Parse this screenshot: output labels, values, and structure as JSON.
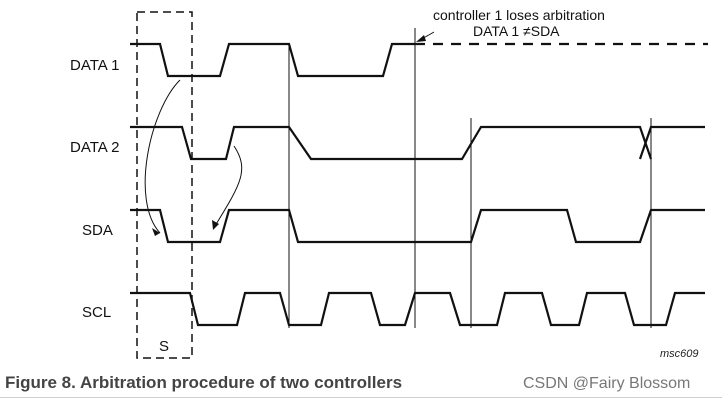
{
  "signals": {
    "data1": "DATA 1",
    "data2": "DATA 2",
    "sda": "SDA",
    "scl": "SCL"
  },
  "start_label": "S",
  "annotation": {
    "line1": "controller 1 loses arbitration",
    "line2": "DATA 1 ≠SDA"
  },
  "figure_ref": "msc609",
  "caption": "Figure 8.  Arbitration procedure of two controllers",
  "watermark": "CSDN @Fairy Blossom",
  "colors": {
    "line": "#111111",
    "caption": "#444444",
    "watermark": "#777777"
  }
}
